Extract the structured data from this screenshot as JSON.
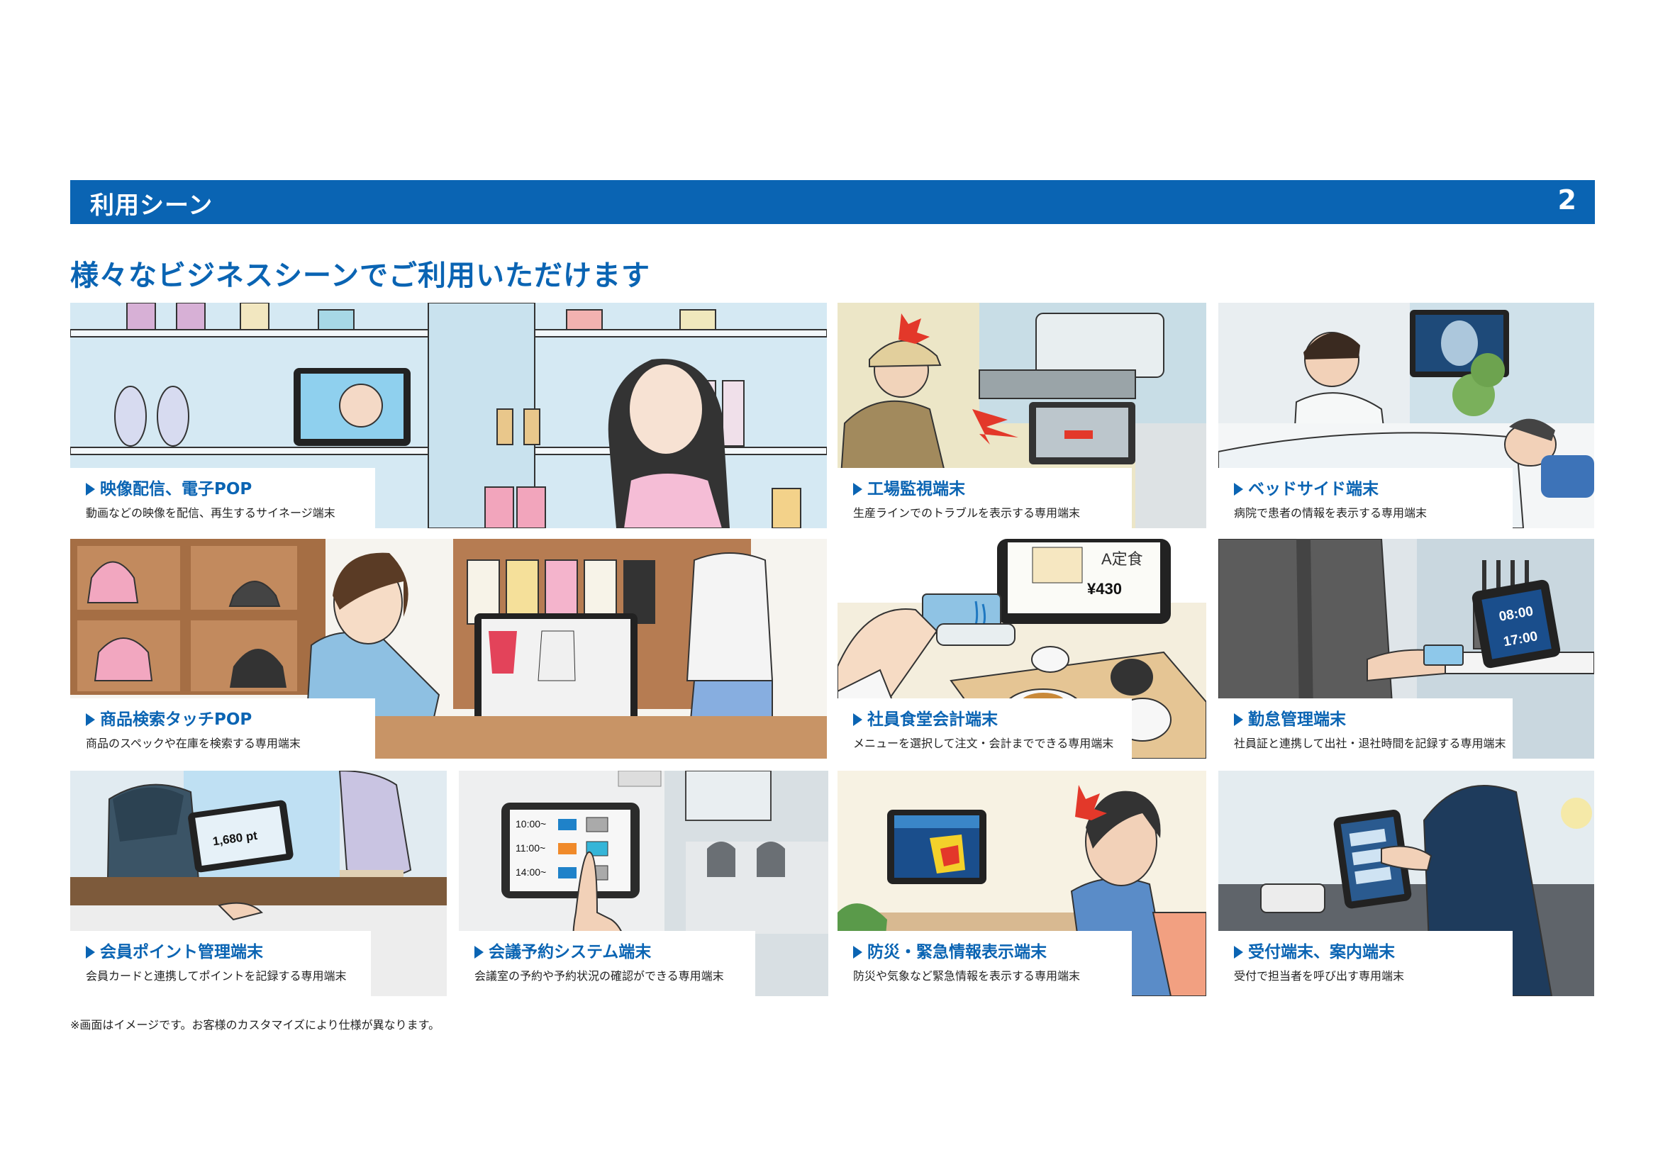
{
  "header": {
    "title": "利用シーン",
    "page_number": "2"
  },
  "subtitle": "様々なビジネスシーンでご利用いただけます",
  "panels": [
    {
      "title": "映像配信、電子POP",
      "desc": "動画などの映像を配信、再生するサイネージ端末"
    },
    {
      "title": "工場監視端末",
      "desc": "生産ラインでのトラブルを表示する専用端末"
    },
    {
      "title": "ベッドサイド端末",
      "desc": "病院で患者の情報を表示する専用端末"
    },
    {
      "title": "商品検索タッチPOP",
      "desc": "商品のスペックや在庫を検索する専用端末"
    },
    {
      "title": "社員食堂会計端末",
      "desc": "メニューを選択して注文・会計までできる専用端末",
      "screen_label": "A定食",
      "screen_price": "¥430"
    },
    {
      "title": "勤怠管理端末",
      "desc": "社員証と連携して出社・退社時間を記録する専用端末",
      "time_in": "08:00",
      "time_out": "17:00"
    },
    {
      "title": "会員ポイント管理端末",
      "desc": "会員カードと連携してポイントを記録する専用端末",
      "points": "1,680 pt"
    },
    {
      "title": "会議予約システム端末",
      "desc": "会議室の予約や予約状況の確認ができる専用端末",
      "slots": [
        "10:00~",
        "11:00~",
        "14:00~"
      ]
    },
    {
      "title": "防災・緊急情報表示端末",
      "desc": "防災や気象など緊急情報を表示する専用端末"
    },
    {
      "title": "受付端末、案内端末",
      "desc": "受付で担当者を呼び出す専用端末"
    }
  ],
  "footnote": "※画面はイメージです。お客様のカスタマイズにより仕様が異なります。",
  "colors": {
    "brand_blue": "#0a64b3"
  }
}
